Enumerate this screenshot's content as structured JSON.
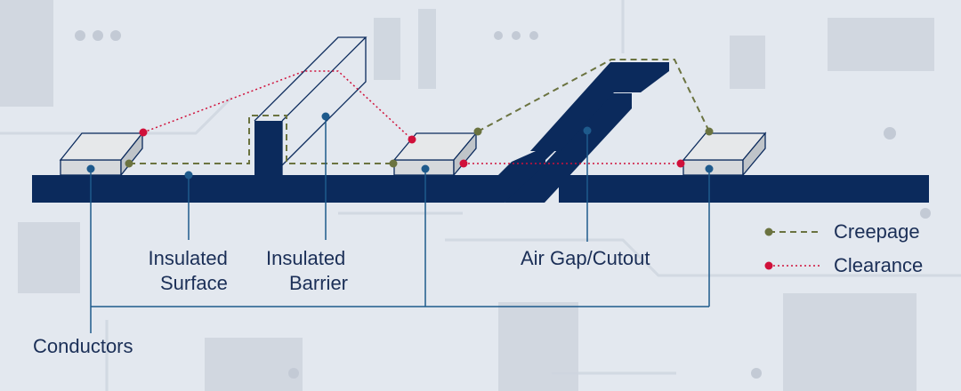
{
  "labels": {
    "insulated_surface": [
      "Insulated",
      "Surface"
    ],
    "insulated_barrier": [
      "Insulated",
      "Barrier"
    ],
    "air_gap": "Air Gap/Cutout",
    "conductors": "Conductors"
  },
  "legend": {
    "creepage": "Creepage",
    "clearance": "Clearance"
  },
  "colors": {
    "navy": "#0b2a5c",
    "creepage": "#6b7340",
    "clearance": "#d0103a",
    "pad_fill": "#d6d9dc",
    "leader": "#1e5a8c"
  }
}
